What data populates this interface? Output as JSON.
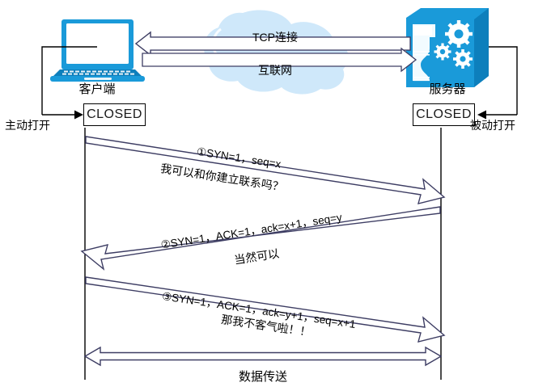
{
  "title": "TCP three-way handshake diagram",
  "colors": {
    "device_blue": "#1a9ad9",
    "device_blue_dark": "#0d7fbc",
    "cloud_blue": "#cfe8fa",
    "arrow_outline": "#3d3d63",
    "line_black": "#000000",
    "text_black": "#000000",
    "state_text": "#2b2b2b"
  },
  "nodes": {
    "client": {
      "caption": "客户端",
      "icon": "laptop-icon",
      "state_label": "CLOSED",
      "open_label": "主动打开"
    },
    "server": {
      "caption": "服务器",
      "icon": "server-tower-icon",
      "state_label": "CLOSED",
      "open_label": "被动打开"
    }
  },
  "cloud": {
    "icon": "cloud-icon",
    "top_label": "TCP连接",
    "bottom_label": "互联网"
  },
  "messages": [
    {
      "id": "msg-1",
      "direction": "client-to-server",
      "primary": "①SYN=1，seq=x",
      "secondary": "我可以和你建立联系吗？"
    },
    {
      "id": "msg-2",
      "direction": "server-to-client",
      "primary": "②SYN=1，ACK=1，ack=x+1，seq=y",
      "secondary": "当然可以"
    },
    {
      "id": "msg-3",
      "direction": "client-to-server",
      "primary": "③SYN=1，ACK=1，ack=y+1，seq=x+1",
      "secondary": "那我不客气啦！！"
    }
  ],
  "footer": {
    "label": "数据传送",
    "arrow": "bidirectional-arrow"
  }
}
